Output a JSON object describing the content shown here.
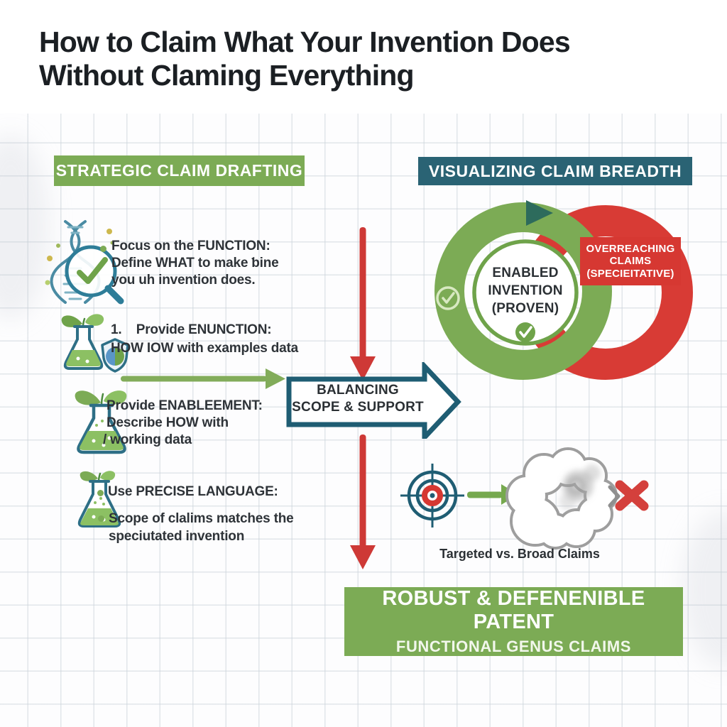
{
  "title": {
    "line1": "How to Claim What Your Invention Does",
    "line2": "Without Claming Everything"
  },
  "left_section": {
    "header": "STRATEGIC CLAIM DRAFTING",
    "items": [
      {
        "icon": "dna-magnifier-icon",
        "lines": [
          "Focus on the FUNCTION:",
          "Define WHAT to make ƅine",
          "you uh invention does."
        ]
      },
      {
        "icon": "flask-shield-icon",
        "lines": [
          "1.    Provide ENUNCTION:",
          "HOW IOW with examples data"
        ]
      },
      {
        "icon": "flask-plant-icon",
        "lines": [
          "Provide ENABLEEMENT:",
          "Describe HOW with",
          "/ working data"
        ]
      },
      {
        "icon": "flask-precision-icon",
        "lines": [
          "Use PRECISE LANGUAGE:",
          "Scope of clalims matches the",
          "speciutated invention"
        ]
      }
    ]
  },
  "center": {
    "balancing_arrow_label": [
      "BALANCING",
      "SCOPE & SUPPORT"
    ]
  },
  "right_section": {
    "header": "VISUALIZING CLAIM BREADTH",
    "venn": {
      "inner_label": [
        "ENABLED",
        "INVENTION",
        "(PROVEN)"
      ],
      "overreach_label": [
        "OVERREACHING",
        "CLAIMS",
        "(SPECIEITATIVE)"
      ]
    },
    "comparison_caption": "Targeted vs. Broad Claims"
  },
  "footer": {
    "line1": "ROBUST & DEFENENIBLE PATENT",
    "line2": "FUNCTIONAL GENUS CLAIMS"
  },
  "icons": [
    "dna-magnifier-icon",
    "flask-shield-icon",
    "flask-plant-icon",
    "flask-precision-icon",
    "target-icon",
    "cloud-icon",
    "red-x-icon",
    "check-icon",
    "play-triangle-icon",
    "down-arrow-icon",
    "right-arrow-icon"
  ],
  "colors": {
    "green": "#7cab55",
    "green_dark": "#6fa34a",
    "teal": "#1f5d73",
    "teal_header": "#2a6374",
    "red": "#d63832",
    "dark_triangle_green": "#2d6b5c",
    "title_text": "#1b1f23",
    "body_text": "#2e3338",
    "grid_line": "#cbd3d9"
  }
}
